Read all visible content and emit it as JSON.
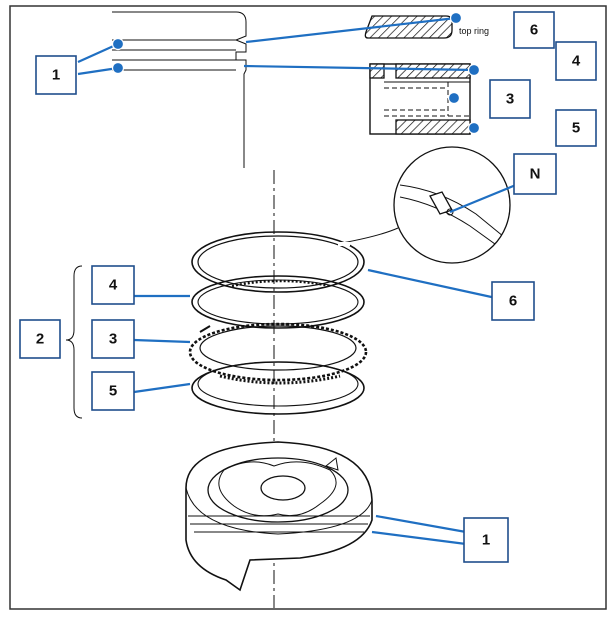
{
  "callouts": {
    "left_top": "1",
    "top_ring_ref": "6",
    "top_ring_note": "top ring",
    "section_4": "4",
    "section_3": "3",
    "section_5": "5",
    "detail_n": "N",
    "group_2": "2",
    "ring_4": "4",
    "ring_3": "3",
    "ring_5": "5",
    "ring_6": "6",
    "piston_1": "1"
  },
  "colors": {
    "leader": "#1f6fc2",
    "box_border": "#1f4e8c",
    "frame": "#333333"
  },
  "icons": {
    "top_ring_section": "hatched-ring-cross-section",
    "oil_ring_section": "oil-ring-cross-section",
    "detail_magnifier": "ring-end-gap-detail",
    "piston": "piston-illustration"
  }
}
